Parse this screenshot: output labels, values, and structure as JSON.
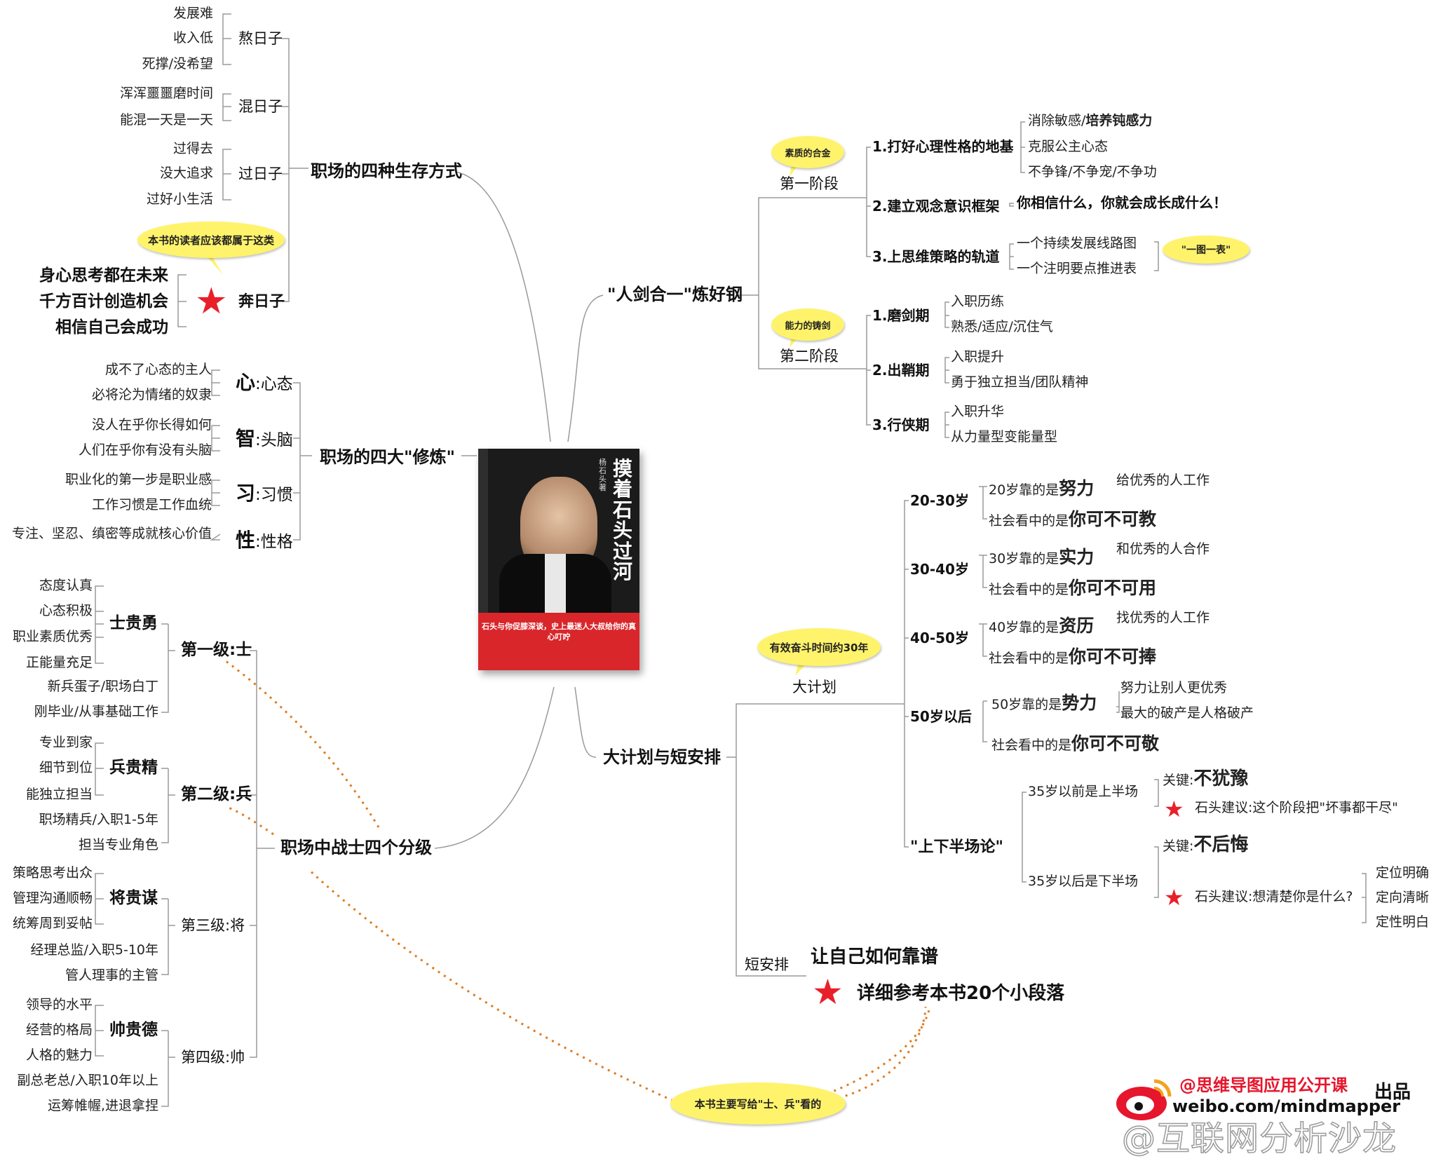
{
  "center": {
    "book_title": "摸着石头过河",
    "book_author": "杨石头 著",
    "book_band": "石头与你促膝深谈，史上最迷人大叔给你的真心叮咛"
  },
  "survival": {
    "title": "职场的四种生存方式",
    "groups": [
      {
        "name": "熬日子",
        "items": [
          "发展难",
          "收入低",
          "死撑/没希望"
        ]
      },
      {
        "name": "混日子",
        "items": [
          "浑浑噩噩磨时间",
          "能混一天是一天"
        ]
      },
      {
        "name": "过日子",
        "items": [
          "过得去",
          "没大追求",
          "过好小生活"
        ]
      },
      {
        "name": "奔日子",
        "items": [
          "身心思考都在未来",
          "千方百计创造机会",
          "相信自己会成功"
        ]
      }
    ],
    "callout": "本书的读者应该都属于这类"
  },
  "cultivation": {
    "title": "职场的四大\"修炼\"",
    "groups": [
      {
        "char": "心",
        "rest": ":心态",
        "items": [
          "成不了心态的主人",
          "必将沦为情绪的奴隶"
        ]
      },
      {
        "char": "智",
        "rest": ":头脑",
        "items": [
          "没人在乎你长得如何",
          "人们在乎你有没有头脑"
        ]
      },
      {
        "char": "习",
        "rest": ":习惯",
        "items": [
          "职业化的第一步是职业感",
          "工作习惯是工作血统"
        ]
      },
      {
        "char": "性",
        "rest": ":性格",
        "items": [
          "专注、坚忍、缜密等成就核心价值"
        ]
      }
    ]
  },
  "levels": {
    "title": "职场中战士四个分级",
    "groups": [
      {
        "name": "第一级:士",
        "trait": "士贵勇",
        "traits": [
          "态度认真",
          "心态积极",
          "职业素质优秀",
          "正能量充足"
        ],
        "extra": [
          "新兵蛋子/职场白丁",
          "刚毕业/从事基础工作"
        ]
      },
      {
        "name": "第二级:兵",
        "trait": "兵贵精",
        "traits": [
          "专业到家",
          "细节到位",
          "能独立担当"
        ],
        "extra": [
          "职场精兵/入职1-5年",
          "担当专业角色"
        ]
      },
      {
        "name": "第三级:将",
        "trait": "将贵谋",
        "traits": [
          "策略思考出众",
          "管理沟通顺畅",
          "统筹周到妥帖"
        ],
        "extra": [
          "经理总监/入职5-10年",
          "管人理事的主管"
        ]
      },
      {
        "name": "第四级:帅",
        "trait": "帅贵德",
        "traits": [
          "领导的水平",
          "经营的格局",
          "人格的魅力"
        ],
        "extra": [
          "副总老总/入职10年以上",
          "运筹帷幄,进退拿捏"
        ]
      }
    ],
    "callout": "本书主要写给\"士、兵\"看的"
  },
  "sword": {
    "title": "\"人剑合一\"炼好钢",
    "stage1": {
      "name": "第一阶段",
      "callout": "素质的合金",
      "items": [
        {
          "name": "1.打好心理性格的地基",
          "subs": [
            "消除敏感/",
            "培养钝感力",
            "克服公主心态",
            "不争锋/不争宠/不争功"
          ]
        },
        {
          "name": "2.建立观念意识框架",
          "subs": [
            "你相信什么，你就会成长成什么！"
          ]
        },
        {
          "name": "3.上思维策略的轨道",
          "subs": [
            "一个持续发展线路图",
            "一个注明要点推进表"
          ],
          "callout": "\"一图一表\""
        }
      ]
    },
    "stage2": {
      "name": "第二阶段",
      "callout": "能力的铸剑",
      "items": [
        {
          "name": "1.磨剑期",
          "subs": [
            "入职历练",
            "熟悉/适应/沉住气"
          ]
        },
        {
          "name": "2.出鞘期",
          "subs": [
            "入职提升",
            "勇于独立担当/团队精神"
          ]
        },
        {
          "name": "3.行侠期",
          "subs": [
            "入职升华",
            "从力量型变能量型"
          ]
        }
      ]
    }
  },
  "plan": {
    "title": "大计划与短安排",
    "big": {
      "name": "大计划",
      "callout": "有效奋斗时间约30年",
      "ages": [
        {
          "age": "20-30岁",
          "a_pre": "20岁靠的是",
          "a_key": "努力",
          "a_note": "给优秀的人工作",
          "b_pre": "社会看中的是",
          "b_key": "你可不可教"
        },
        {
          "age": "30-40岁",
          "a_pre": "30岁靠的是",
          "a_key": "实力",
          "a_note": "和优秀的人合作",
          "b_pre": "社会看中的是",
          "b_key": "你可不可用"
        },
        {
          "age": "40-50岁",
          "a_pre": "40岁靠的是",
          "a_key": "资历",
          "a_note": "找优秀的人工作",
          "b_pre": "社会看中的是",
          "b_key": "你可不可捧"
        },
        {
          "age": "50岁以后",
          "a_pre": "50岁靠的是",
          "a_key": "势力",
          "a_note1": "努力让别人更优秀",
          "a_note2": "最大的破产是人格破产",
          "b_pre": "社会看中的是",
          "b_key": "你可不可敬"
        }
      ],
      "halves": {
        "name": "\"上下半场论\"",
        "first": {
          "name": "35岁以前是上半场",
          "key_pre": "关键:",
          "key": "不犹豫",
          "advice": "石头建议:这个阶段把\"坏事都干尽\""
        },
        "second": {
          "name": "35岁以后是下半场",
          "key_pre": "关键:",
          "key": "不后悔",
          "advice": "石头建议:想清楚你是什么?",
          "items": [
            "定位明确",
            "定向清晰",
            "定性明白"
          ]
        }
      }
    },
    "short": {
      "name": "短安排",
      "items": [
        "让自己如何靠谱",
        "详细参考本书20个小段落"
      ]
    }
  },
  "brand": {
    "handle": "@思维导图应用公开课",
    "url": "weibo.com/mindmapper",
    "suffix": "出品",
    "watermark": "@互联网分析沙龙"
  },
  "colors": {
    "callout": "#fff36b",
    "star": "#e8202a",
    "line": "#9a9a9a",
    "dotted": "#e07a1e"
  }
}
